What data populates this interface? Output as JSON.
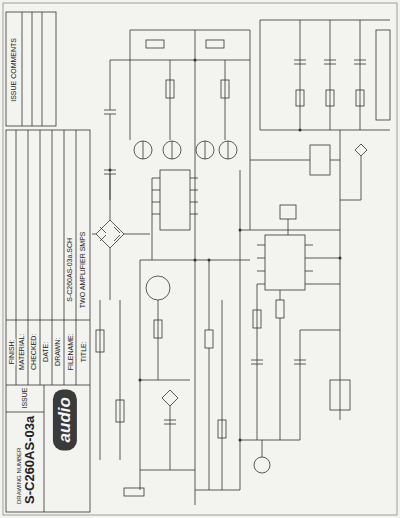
{
  "diagram": {
    "nodes": [
      {
        "text": [
          "DRAWING NUMBER",
          "S-C260AS-03a"
        ]
      },
      {
        "text": [
          "ISSUE"
        ]
      },
      {
        "text": [
          "audio"
        ]
      }
    ],
    "labels": [
      "TITLE:",
      "TWO AMPLIFIER SMPS",
      "FILENAME:",
      "S-C260AS-03a.SCH",
      "DRAWN:",
      "DATE:",
      "CHECKED:",
      "MATERIAL:",
      "FINISH:",
      "ISSUE COMMENTS"
    ]
  }
}
